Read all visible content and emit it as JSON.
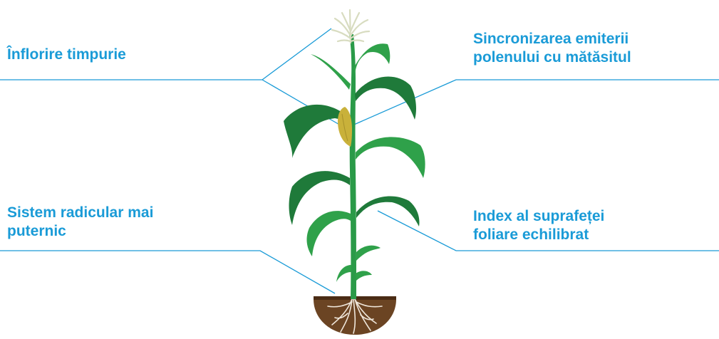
{
  "labels": {
    "early_flowering": {
      "line1": "Înflorire timpurie"
    },
    "pollen_sync": {
      "line1": "Sincronizarea emiterii",
      "line2": "polenului cu mătăsitul"
    },
    "root_system": {
      "line1": "Sistem radicular mai",
      "line2": "puternic"
    },
    "leaf_area": {
      "line1": "Index al suprafeței",
      "line2": "foliare echilibrat"
    }
  },
  "colors": {
    "text_accent": "#1a9bd7",
    "leader_line": "#1a9bd7",
    "leaf_dark": "#1f7a3a",
    "leaf_light": "#2fa14a",
    "stalk": "#2a9a48",
    "ear": "#c9b13a",
    "tassel": "#d8dcc0",
    "soil": "#6b4423",
    "soil_dark": "#4a2c14",
    "roots": "#efe6da"
  },
  "icons": {
    "plant": "corn-plant-icon"
  }
}
